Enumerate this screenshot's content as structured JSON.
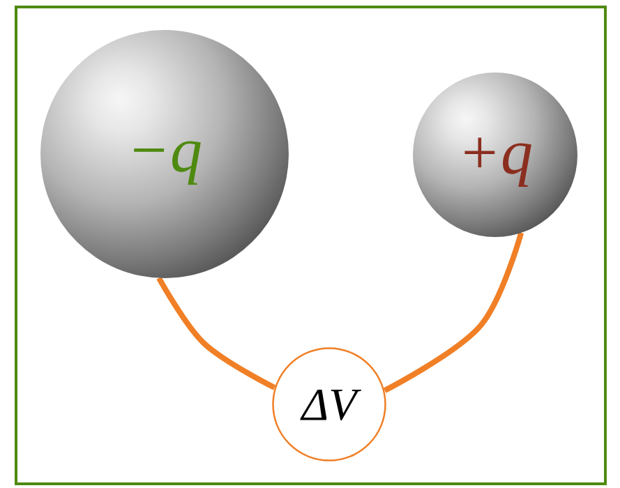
{
  "diagram": {
    "nodes": [
      {
        "text": [
          "−q"
        ]
      },
      {
        "text": [
          "+q"
        ]
      },
      {
        "text": [
          "ΔV"
        ]
      }
    ],
    "edges": [
      {
        "from": 0,
        "to": 2,
        "arrow": "none"
      },
      {
        "from": 2,
        "to": 1,
        "arrow": "none"
      }
    ]
  }
}
